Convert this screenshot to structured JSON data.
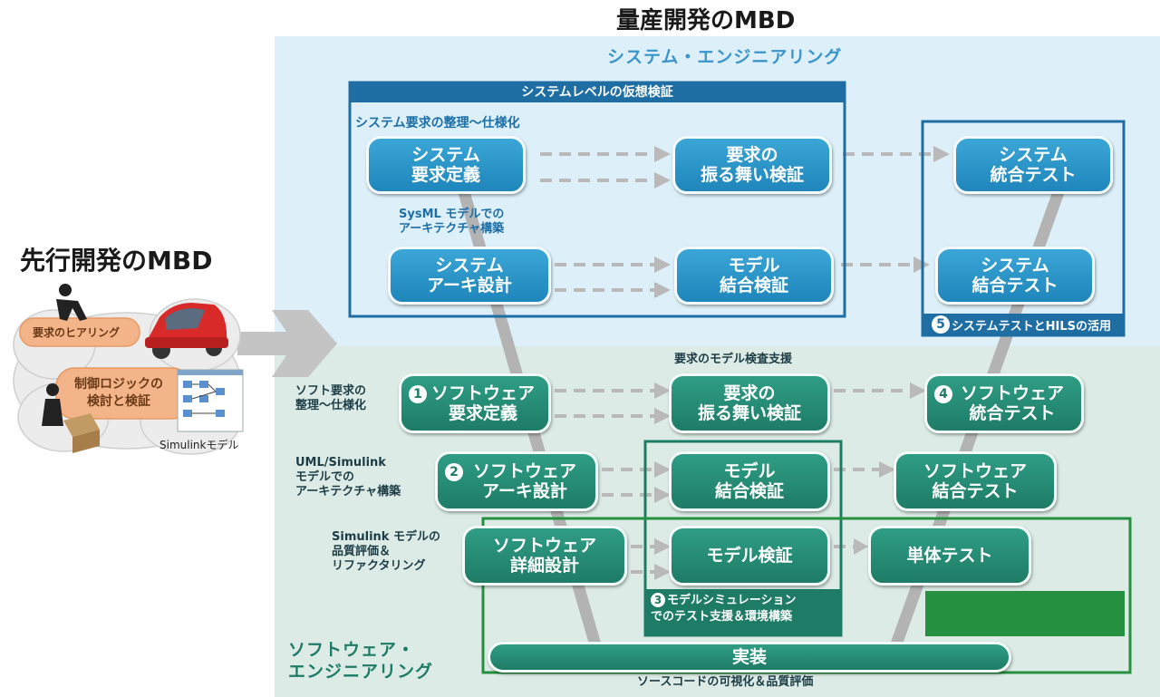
{
  "title_mass": "量産開発のMBD",
  "title_pre": "先行開発のMBD",
  "lane_system": "システム・エンジニアリング",
  "lane_software": "ソフトウェア・\nエンジニアリング",
  "sys_virtual_box": "システムレベルの仮想検証",
  "sys_req_label": "システム要求の整理～仕様化",
  "sysml_label": "SysML モデルでの\nアーキテクチャ構築",
  "hils_badge": "5",
  "hils_label": "システムテストとHILSの活用",
  "nodes": {
    "sys_req": "システム\n要求定義",
    "req_behavior_sys": "要求の\n振る舞い検証",
    "sys_test_top": "システム\n統合テスト",
    "sys_arch": "システム\nアーキ設計",
    "model_int_sys": "モデル\n結合検証",
    "sys_test_2": "システム\n結合テスト",
    "sw_req": "ソフトウェア\n要求定義",
    "req_behavior_sw": "要求の\n振る舞い検証",
    "sw_int_test": "ソフトウェア\n統合テスト",
    "sw_arch": "ソフトウェア\nアーキ設計",
    "model_int_sw": "モデル\n結合検証",
    "sw_join_test": "ソフトウェア\n結合テスト",
    "sw_detail": "ソフトウェア\n詳細設計",
    "model_verify": "モデル検証",
    "unit_test": "単体テスト",
    "impl": "実装"
  },
  "badges": {
    "sw_req": "1",
    "sw_arch": "2",
    "sim": "3",
    "sw_int": "4"
  },
  "labels": {
    "req_model_support": "要求のモデル検査支援",
    "soft_req": "ソフト要求の\n整理～仕様化",
    "uml": "UML/Simulink\nモデルでの\nアーキテクチャ構築",
    "simulink_quality": "Simulink モデルの\n品質評価＆\nリファクタリング",
    "sim_support": "モデルシミュレーション\nでのテスト支援＆環境構築",
    "source_code": "ソースコードの可視化＆品質評価"
  },
  "left": {
    "req_hearing": "要求のヒアリング",
    "control_logic": "制御ロジックの\n検討と検証",
    "simulink_model": "Simulinkモデル"
  },
  "colors": {
    "sys_blue": "#1f86bb",
    "sw_green": "#1e7c66",
    "frame_green": "#25903f",
    "arrow_gray": "#b3b3b3"
  }
}
